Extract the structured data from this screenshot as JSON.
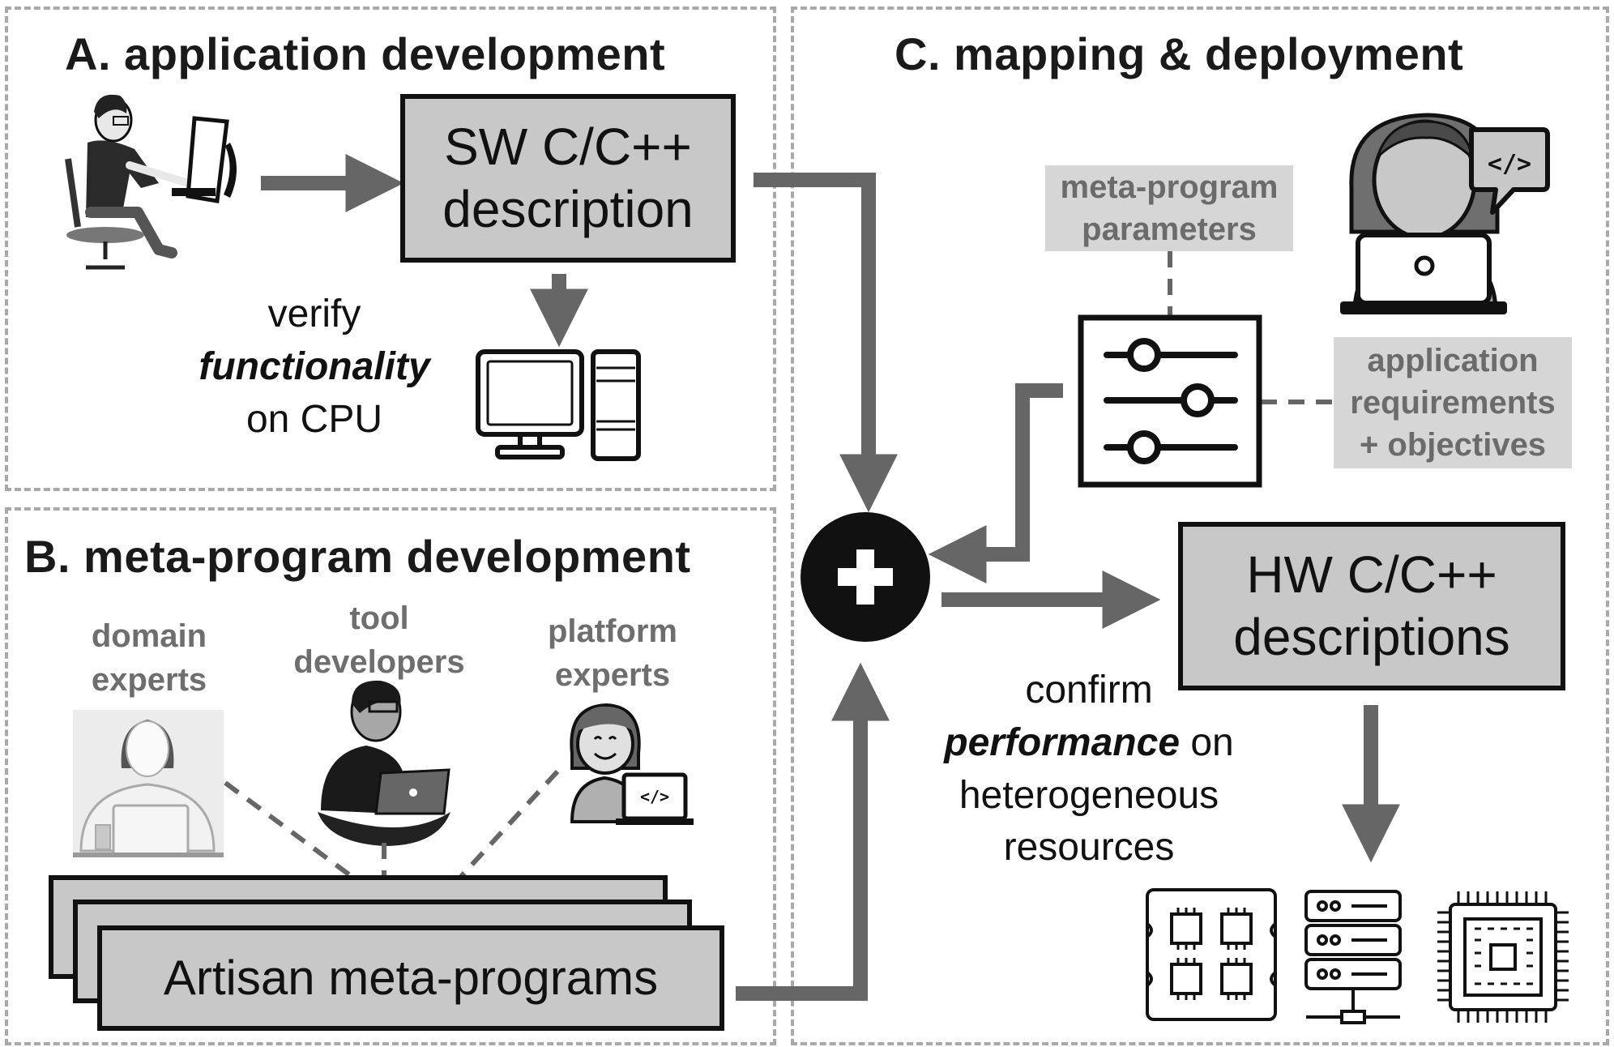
{
  "panels": {
    "a": {
      "heading": "A. application development"
    },
    "b": {
      "heading": "B. meta-program development"
    },
    "c": {
      "heading": "C. mapping & deployment"
    }
  },
  "sw_box": {
    "line1": "SW C/C++",
    "line2": "description"
  },
  "verify": {
    "line1": "verify",
    "line2": "functionality",
    "line3": "on CPU"
  },
  "roles": {
    "domain": {
      "line1": "domain",
      "line2": "experts"
    },
    "tool": {
      "line1": "tool",
      "line2": "developers"
    },
    "platform": {
      "line1": "platform",
      "line2": "experts"
    }
  },
  "artisan_box": {
    "label": "Artisan meta-programs"
  },
  "params_box": {
    "line1": "meta-program",
    "line2": "parameters"
  },
  "requirements_box": {
    "line1": "application",
    "line2": "requirements",
    "line3": "+ objectives"
  },
  "hw_box": {
    "line1": "HW C/C++",
    "line2": "descriptions"
  },
  "confirm": {
    "line1": "confirm",
    "bold": "performance",
    "after_bold": " on",
    "line3": "heterogeneous",
    "line4": "resources"
  },
  "colors": {
    "arrow": "#666666",
    "box_fill": "#c8c8c8",
    "label_fill": "#d6d6d6",
    "label_text": "#6e6e6e",
    "border": "#111111",
    "dashed": "#a9a9a9"
  }
}
